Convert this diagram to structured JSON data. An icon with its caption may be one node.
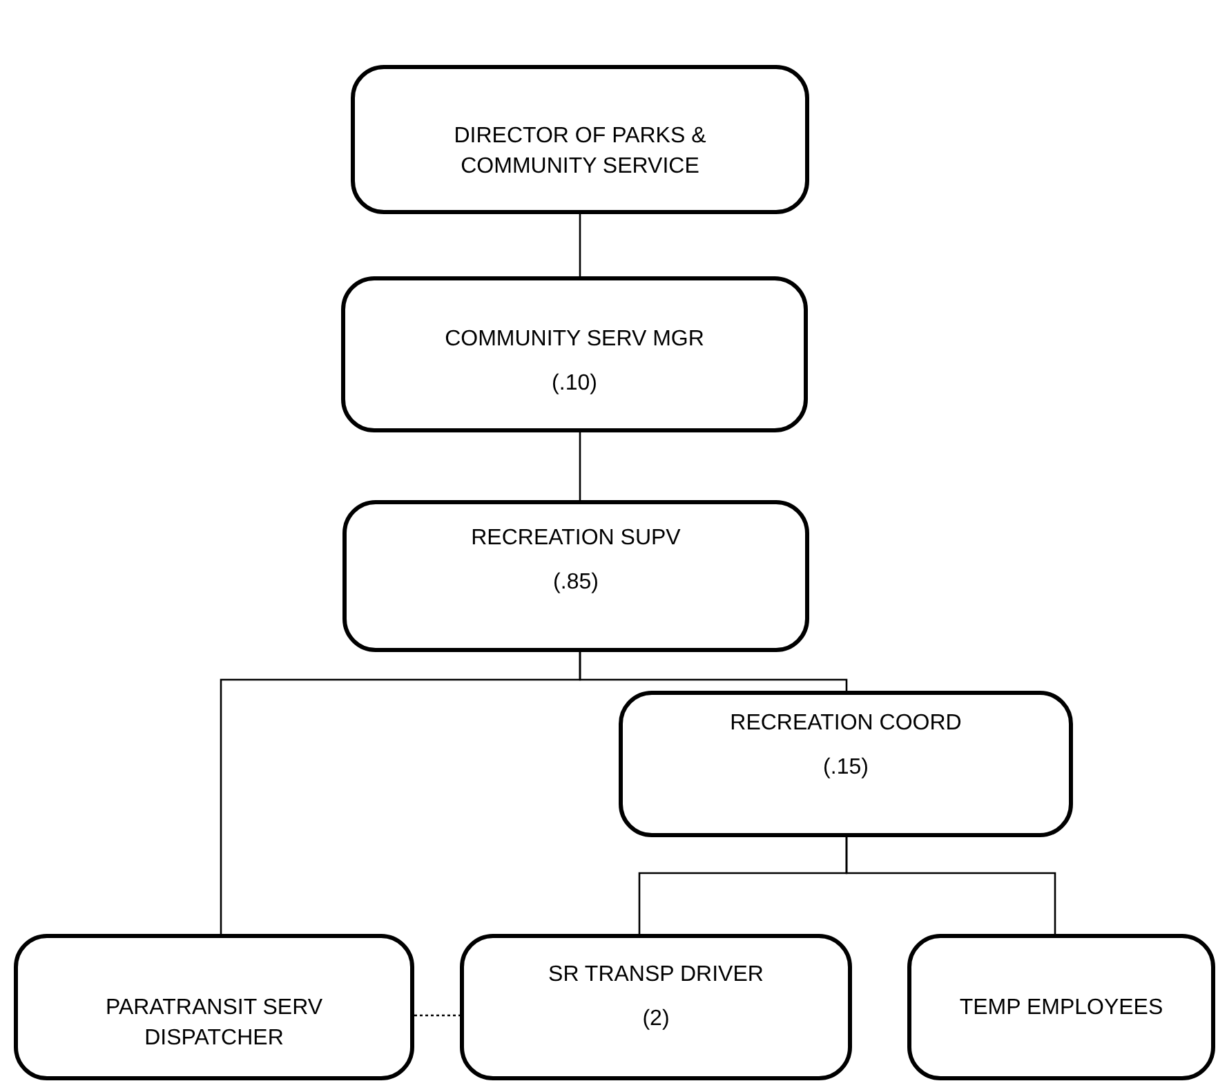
{
  "diagram": {
    "nodes": [
      {
        "text": [
          "DIRECTOR OF PARKS & COMMUNITY SERVICE"
        ]
      },
      {
        "text": [
          "COMMUNITY SERV MGR",
          "(.10)"
        ]
      },
      {
        "text": [
          "RECREATION SUPV",
          "(.85)"
        ]
      },
      {
        "text": [
          "RECREATION COORD",
          "(.15)"
        ]
      },
      {
        "text": [
          "PARATRANSIT SERV DISPATCHER"
        ]
      },
      {
        "text": [
          "SR TRANSP DRIVER",
          "(2)"
        ]
      },
      {
        "text": [
          "TEMP EMPLOYEES"
        ]
      }
    ],
    "edges": [
      {
        "from": 0,
        "to": 1,
        "arrow": "none"
      },
      {
        "from": 1,
        "to": 2,
        "arrow": "none"
      },
      {
        "from": 2,
        "to": 4,
        "arrow": "none"
      },
      {
        "from": 2,
        "to": 3,
        "arrow": "none"
      },
      {
        "from": 3,
        "to": 5,
        "arrow": "none"
      },
      {
        "from": 3,
        "to": 6,
        "arrow": "none"
      },
      {
        "from": 4,
        "to": 5,
        "arrow": "none",
        "style": "dashed"
      }
    ]
  }
}
